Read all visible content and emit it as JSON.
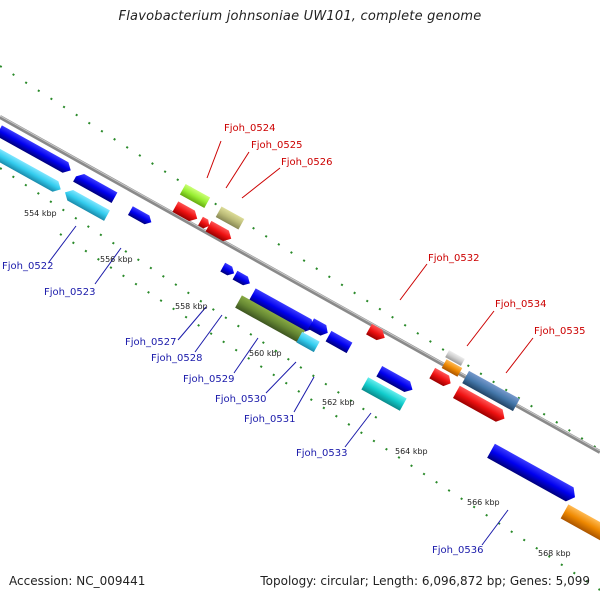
{
  "title": "Flavobacterium johnsoniae UW101, complete genome",
  "footer": {
    "accession": "Accession: NC_009441",
    "topology": "Topology: circular; Length: 6,096,872 bp; Genes: 5,099"
  },
  "colors": {
    "backbone": "#8a8a8a",
    "tick": "#2a8a2a",
    "label_upper": "#cc0000",
    "label_lower": "#1a1aaa"
  },
  "kbp_ticks": [
    "554 kbp",
    "556 kbp",
    "558 kbp",
    "560 kbp",
    "562 kbp",
    "564 kbp",
    "566 kbp",
    "568 kbp"
  ],
  "genes": [
    {
      "name": "Fjoh_0522",
      "strand": "-",
      "color": "#0000ee"
    },
    {
      "name": "Fjoh_0523",
      "strand": "-",
      "color": "#33ccee"
    },
    {
      "name": "Fjoh_0524",
      "strand": "+",
      "color": "#99ee33"
    },
    {
      "name": "Fjoh_0525",
      "strand": "+",
      "color": "#ee1111"
    },
    {
      "name": "Fjoh_0526",
      "strand": "+",
      "color": "#bbbb77"
    },
    {
      "name": "Fjoh_0527",
      "strand": "-",
      "color": "#0000ee"
    },
    {
      "name": "Fjoh_0528",
      "strand": "-",
      "color": "#0000ee"
    },
    {
      "name": "Fjoh_0529",
      "strand": "-",
      "color": "#668833"
    },
    {
      "name": "Fjoh_0530",
      "strand": "-",
      "color": "#33ccee"
    },
    {
      "name": "Fjoh_0531",
      "strand": "-",
      "color": "#0000ee"
    },
    {
      "name": "Fjoh_0532",
      "strand": "+",
      "color": "#ee1111"
    },
    {
      "name": "Fjoh_0533",
      "strand": "-",
      "color": "#11cccc"
    },
    {
      "name": "Fjoh_0534",
      "strand": "+",
      "color": "#ee8800"
    },
    {
      "name": "Fjoh_0535",
      "strand": "+",
      "color": "#4477aa"
    },
    {
      "name": "Fjoh_0536",
      "strand": "-",
      "color": "#0000ee"
    }
  ]
}
